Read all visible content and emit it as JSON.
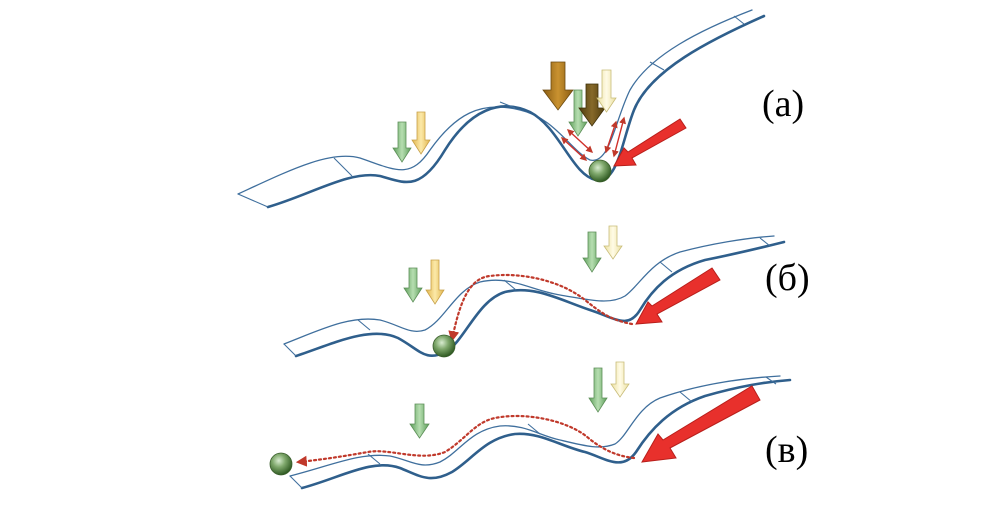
{
  "panels": [
    {
      "id": "a",
      "label": "(а)"
    },
    {
      "id": "b",
      "label": "(б)"
    },
    {
      "id": "c",
      "label": "(в)"
    }
  ],
  "colors": {
    "curve": "#2f5f8c",
    "force_arrow": "#e8302c",
    "arrow_green": "#7fb67a",
    "arrow_yellow": "#f2d27a",
    "arrow_olive": "#b07a1e",
    "arrow_brown": "#6b5214",
    "arrow_cream": "#f6f0c6",
    "ball": "#4a7a3a",
    "motion_path": "#c0392b"
  }
}
